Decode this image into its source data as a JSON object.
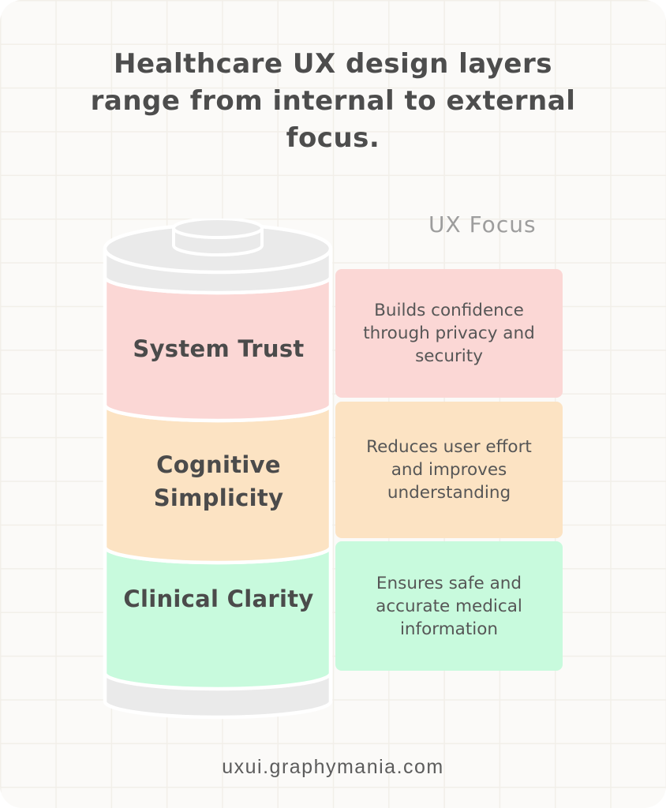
{
  "title": {
    "full": "Healthcare UX design layers range from internal to external focus.",
    "lines": [
      "Healthcare UX design layers",
      "range from internal to external",
      "focus."
    ]
  },
  "column_header": "UX Focus",
  "layers": [
    {
      "name": "System Trust",
      "description": "Builds confidence through privacy and security",
      "color": "#fbd7d5"
    },
    {
      "name": "Cognitive Simplicity",
      "description": "Reduces user effort and improves understanding",
      "color": "#fce3c3"
    },
    {
      "name": "Clinical Clarity",
      "description": "Ensures safe and accurate medical information",
      "color": "#c8fadd"
    }
  ],
  "battery": {
    "casing_color": "#eaeaea",
    "outline_color": "#ffffff"
  },
  "footer": {
    "website": "uxui.graphymania.com"
  },
  "colors": {
    "background": "#fbfaf8",
    "heading_text": "#4d4d4d",
    "label_text": "#4b4b4b",
    "body_text": "#565656",
    "muted_text": "#9d9d9d"
  }
}
